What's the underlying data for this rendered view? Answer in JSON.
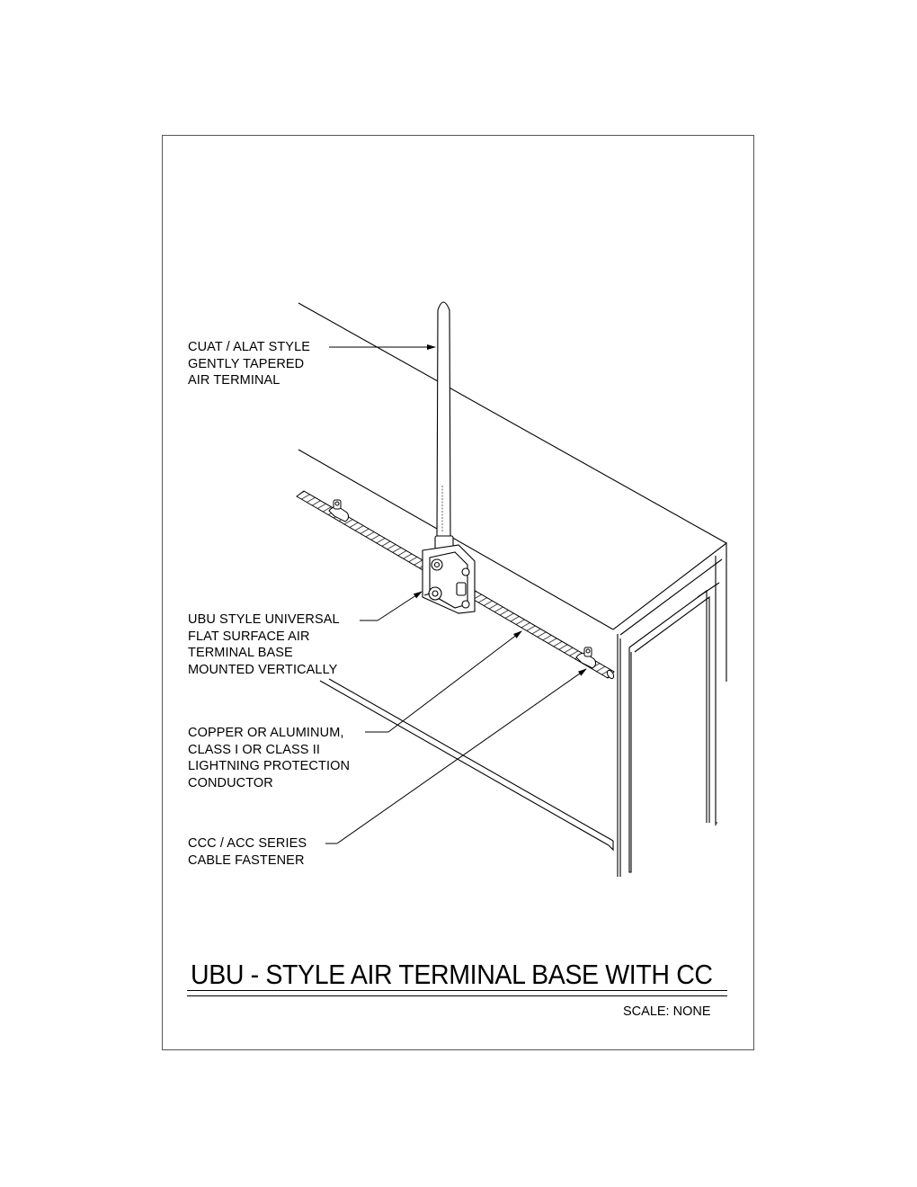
{
  "callouts": {
    "air_terminal": [
      "CUAT / ALAT STYLE",
      "GENTLY TAPERED",
      "AIR TERMINAL"
    ],
    "base": [
      "UBU STYLE UNIVERSAL",
      "FLAT SURFACE AIR",
      "TERMINAL BASE",
      "MOUNTED VERTICALLY"
    ],
    "conductor": [
      "COPPER OR ALUMINUM,",
      "CLASS I OR CLASS II",
      "LIGHTNING PROTECTION",
      "CONDUCTOR"
    ],
    "fastener": [
      "CCC / ACC SERIES",
      "CABLE FASTENER"
    ]
  },
  "title": "UBU - STYLE AIR TERMINAL BASE WITH CC",
  "scale": "SCALE: NONE"
}
